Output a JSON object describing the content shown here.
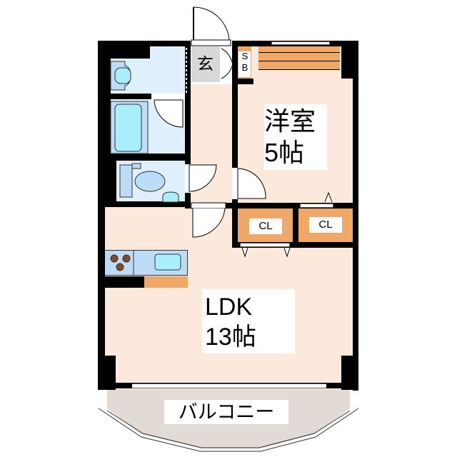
{
  "floorplan": {
    "rooms": {
      "entrance": {
        "label": "玄"
      },
      "shoe_box": {
        "label_line1": "S",
        "label_line2": "B"
      },
      "western_room": {
        "label_line1": "洋室",
        "label_line2": "5帖"
      },
      "closet_1": {
        "label": "CL"
      },
      "closet_2": {
        "label": "CL"
      },
      "ldk": {
        "label_line1": "LDK",
        "label_line2": "13帖"
      },
      "balcony": {
        "label": "バルコニー"
      }
    },
    "colors": {
      "wall": "#000000",
      "room_floor": "#fde9dc",
      "wet_area": "#dff0fc",
      "fixture_blue": "#a8eefc",
      "fixture_mid": "#bcdcf8",
      "storage_orange": "#f0a868",
      "entrance_gray": "#d8d8d8",
      "balcony": "#e2dad4",
      "stove_burner": "#8a4a1c"
    }
  }
}
